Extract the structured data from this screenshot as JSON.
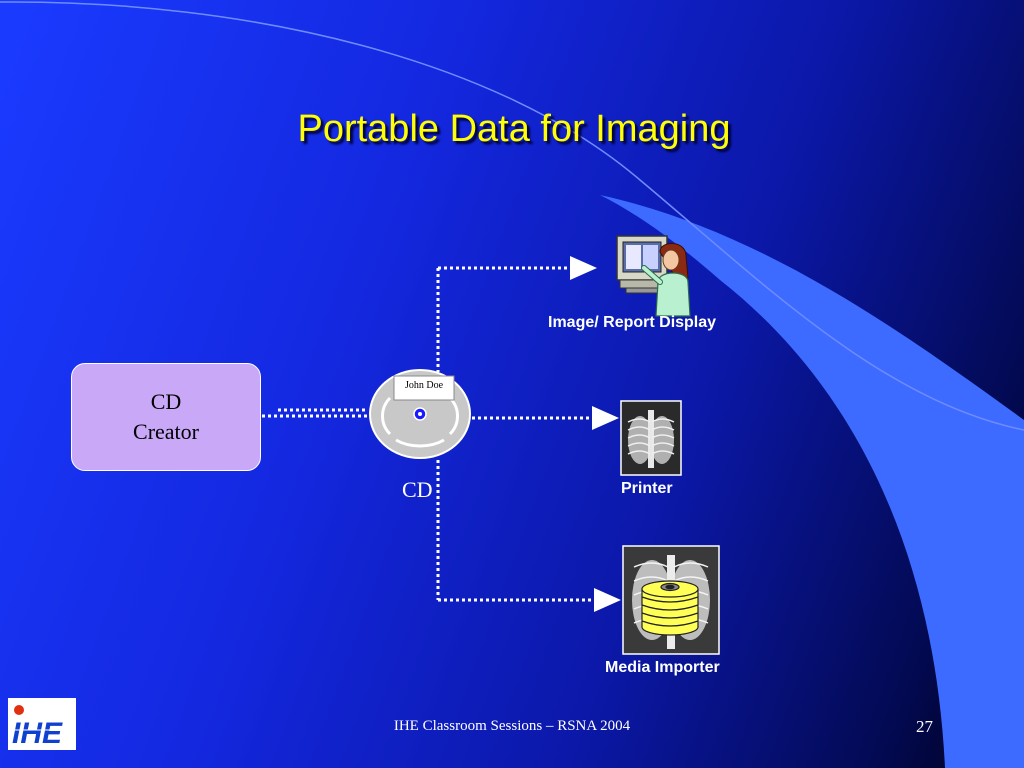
{
  "slide": {
    "title": "Portable Data for Imaging",
    "footer": "IHE Classroom Sessions – RSNA 2004",
    "page_number": "27",
    "logo_text": "IHE"
  },
  "diagram": {
    "source": {
      "line1": "CD",
      "line2": "Creator"
    },
    "media": {
      "label": "CD",
      "disc_label": "John Doe"
    },
    "targets": [
      {
        "label": "Image/ Report Display",
        "icon": "radiologist-workstation-icon"
      },
      {
        "label": "Printer",
        "icon": "chest-xray-film-icon"
      },
      {
        "label": "Media Importer",
        "icon": "disc-stack-on-xray-icon"
      }
    ]
  },
  "colors": {
    "title": "#ffff00",
    "background_start": "#1a3bff",
    "background_end": "#000018",
    "swoosh": "#3d6bff",
    "cd_creator_fill": "#c9a8f8",
    "connector": "#ffffff",
    "disc_stack": "#ffff55"
  }
}
